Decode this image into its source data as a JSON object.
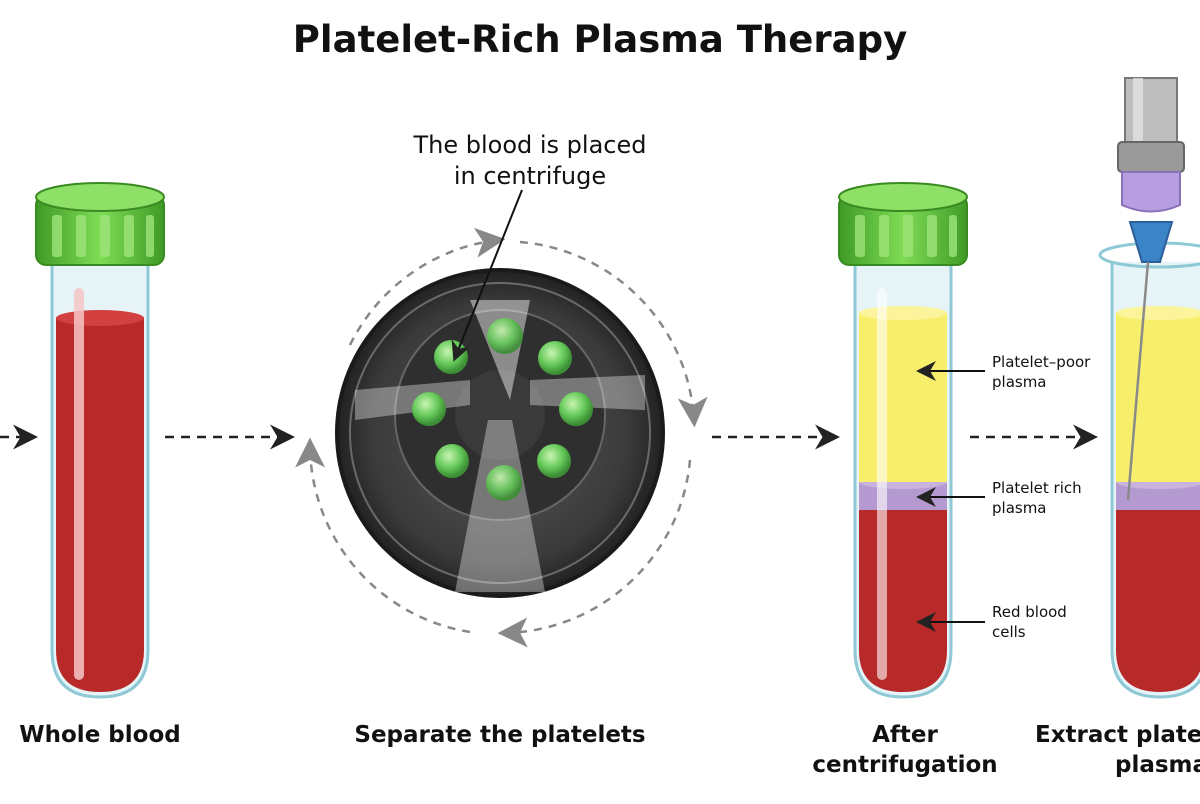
{
  "title": "Platelet-Rich Plasma Therapy",
  "steps": [
    {
      "caption_lines": [
        "Whole blood"
      ]
    },
    {
      "caption_lines": [
        "Separate the platelets"
      ]
    },
    {
      "caption_lines": [
        "After",
        "centrifugation"
      ]
    },
    {
      "caption_lines": [
        "Extract platel",
        "plasma"
      ]
    }
  ],
  "centrifuge_note": [
    "The blood is placed",
    "in centrifuge"
  ],
  "layers": [
    {
      "lines": [
        "Platelet–poor",
        "plasma"
      ]
    },
    {
      "lines": [
        "Platelet rich",
        "plasma"
      ]
    },
    {
      "lines": [
        "Red blood",
        "cells"
      ]
    }
  ],
  "colors": {
    "blood": "#b8292a",
    "plasma_yellow": "#f7ee6c",
    "platelet_rich": "#b49ad0",
    "cap_green": "#5cc23a",
    "centrifuge_dark": "#3d3d3d",
    "tube_outline": "#8fc9d6"
  }
}
